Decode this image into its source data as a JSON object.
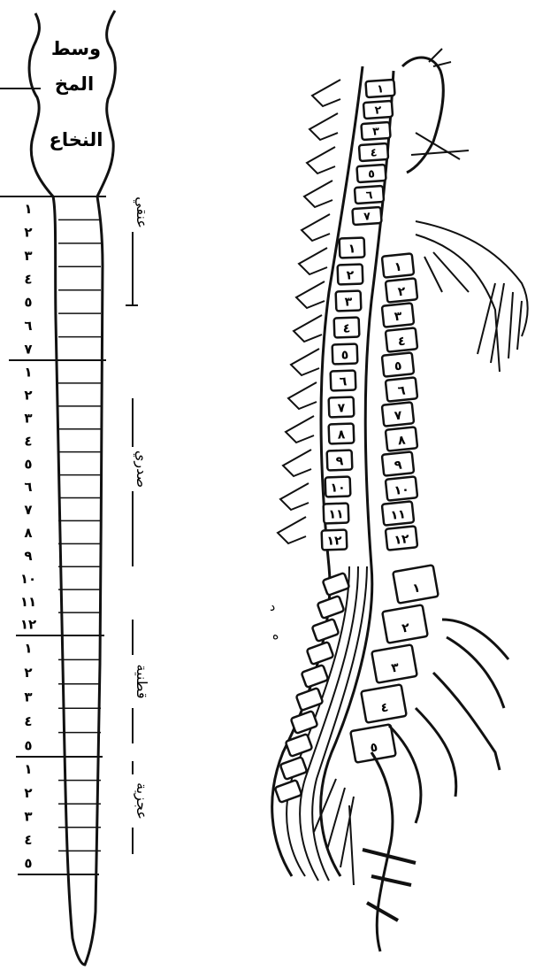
{
  "left_diagram": {
    "head_labels": [
      "وسط",
      "المخ",
      "النخاع"
    ],
    "segment_groups": [
      {
        "name": "عنقي",
        "numerals": [
          "١",
          "٢",
          "٣",
          "٤",
          "٥",
          "٦",
          "٧"
        ]
      },
      {
        "name": "صدري",
        "numerals": [
          "١",
          "٢",
          "٣",
          "٤",
          "٥",
          "٦",
          "٧",
          "٨",
          "٩",
          "١٠",
          "١١",
          "١٢"
        ]
      },
      {
        "name": "قطنية",
        "numerals": [
          "١",
          "٢",
          "٣",
          "٤",
          "٥"
        ]
      },
      {
        "name": "عجزية",
        "numerals": [
          "١",
          "٢",
          "٣",
          "٤",
          "٥"
        ]
      }
    ]
  },
  "right_diagram": {
    "cervical_labels": [
      "١",
      "٢",
      "٣",
      "٤",
      "٥",
      "٦",
      "٧"
    ],
    "thoracic_labels": [
      "١",
      "٢",
      "٣",
      "٤",
      "٥",
      "٦",
      "٧",
      "٨",
      "٩",
      "١٠",
      "١١",
      "١٢"
    ],
    "lumbar_labels": [
      "١",
      "٢",
      "٣",
      "٤",
      "٥"
    ]
  },
  "colors": {
    "ink": "#111111",
    "paper": "#ffffff"
  }
}
